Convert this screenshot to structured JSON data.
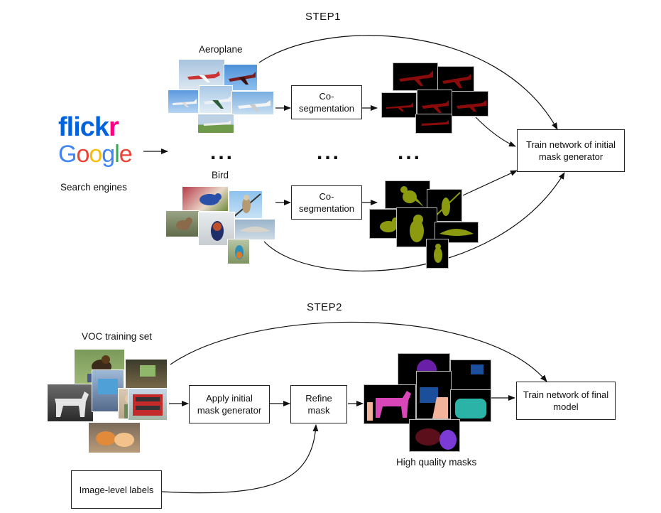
{
  "step1": {
    "title": "STEP1",
    "search": {
      "flickr": [
        "flick",
        "r"
      ],
      "google": [
        "G",
        "o",
        "o",
        "g",
        "l",
        "e"
      ],
      "label": "Search engines"
    },
    "aeroplane_label": "Aeroplane",
    "bird_label": "Bird",
    "coseg_label": "Co-segmentation",
    "ellipsis": "...",
    "train_label": "Train network of initial mask generator"
  },
  "step2": {
    "title": "STEP2",
    "voc_label": "VOC training set",
    "apply_label": "Apply initial mask generator",
    "refine_label": "Refine mask",
    "masks_label": "High quality masks",
    "train_label": "Train network of final model",
    "labels_box": "Image-level labels"
  },
  "colors": {
    "flickr_blue": "#0063dc",
    "flickr_pink": "#ff0084",
    "google": [
      "#4285f4",
      "#ea4335",
      "#fbbc05",
      "#4285f4",
      "#34a853",
      "#ea4335"
    ],
    "aeroplane_mask": "#8b0a0a",
    "bird_mask": "#8c9a10",
    "voc_masks": [
      "#6a1fa8",
      "#1b4f9c",
      "#d946b8",
      "#f2b39b",
      "#2bb3a8",
      "#5a0f1a",
      "#7b3ad6"
    ]
  }
}
